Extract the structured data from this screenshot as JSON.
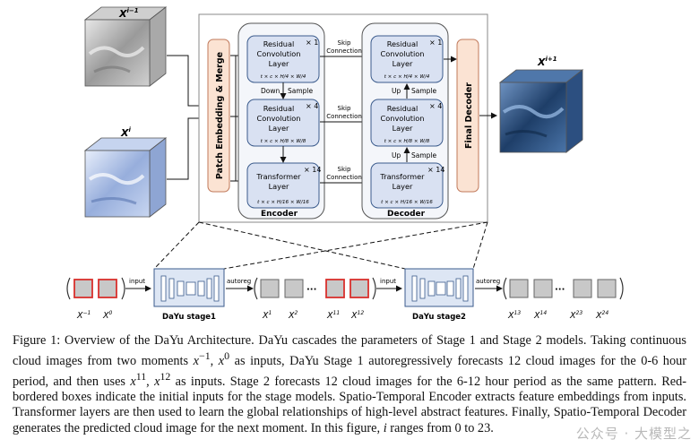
{
  "figure": {
    "inputs": {
      "top_cube_label": "X",
      "top_cube_sup": "i−1",
      "bottom_cube_label": "X",
      "bottom_cube_sup": "i",
      "output_cube_label": "X",
      "output_cube_sup": "i+1"
    },
    "patch_embedding": "Patch Embedding & Merge",
    "final_decoder": "Final Decoder",
    "encoder": {
      "title": "Encoder",
      "blocks": [
        {
          "line1": "Residual",
          "line2": "Convolution",
          "line3": "Layer",
          "mult": "× 1",
          "dims": "t × c × H/4 × W/4"
        },
        {
          "line1": "Residual",
          "line2": "Convolution",
          "line3": "Layer",
          "mult": "× 4",
          "dims": "t × c × H/8 × W/8"
        },
        {
          "line1": "Transformer",
          "line2": "Layer",
          "line3": "",
          "mult": "× 14",
          "dims": "t × c × H/16 × W/16"
        }
      ],
      "down_labels": [
        "Down",
        "Sample"
      ]
    },
    "decoder": {
      "title": "Decoder",
      "blocks": [
        {
          "line1": "Residual",
          "line2": "Convolution",
          "line3": "Layer",
          "mult": "× 1",
          "dims": "t × c × H/4 × W/4"
        },
        {
          "line1": "Residual",
          "line2": "Convolution",
          "line3": "Layer",
          "mult": "× 4",
          "dims": "t × c × H/8 × W/8"
        },
        {
          "line1": "Transformer",
          "line2": "Layer",
          "line3": "",
          "mult": "× 14",
          "dims": "t × c × H/16 × W/16"
        }
      ],
      "up_labels": [
        "Up",
        "Sample"
      ]
    },
    "skip": {
      "line1": "Skip",
      "line2": "Connection"
    },
    "pipeline": {
      "input_label": "input",
      "autoreg_label": "autoreg",
      "stage1": "DaYu stage1",
      "stage2": "DaYu stage2",
      "ellipsis": "···",
      "seq1_labels": [
        "X",
        "X"
      ],
      "seq1_sups": [
        "−1",
        "0"
      ],
      "seq2_labels": [
        "X",
        "X",
        "X",
        "X"
      ],
      "seq2_sups": [
        "1",
        "2",
        "11",
        "12"
      ],
      "seq3_labels": [
        "X",
        "X",
        "X",
        "X"
      ],
      "seq3_sups": [
        "13",
        "14",
        "23",
        "24"
      ]
    },
    "colors": {
      "block_fill": "#d9e1f2",
      "block_stroke": "#3b5b8c",
      "orange_fill": "#fbe3d3",
      "orange_stroke": "#c0785a",
      "red_box": "#d9302c",
      "gray_box": "#c8c8c8",
      "stage_fill": "#dde6f4"
    }
  },
  "caption": {
    "p1": "Figure 1: Overview of the DaYu Architecture. DaYu cascades the parameters of Stage 1 and Stage 2 models. Taking continuous cloud images from two moments ",
    "m1": "x",
    "m1sup": "−1",
    "p2": ", ",
    "m2": "x",
    "m2sup": "0",
    "p3": " as inputs, DaYu Stage 1 autoregressively forecasts 12 cloud images for the 0-6 hour period, and then uses ",
    "m3": "x",
    "m3sup": "11",
    "p4": ", ",
    "m4": "x",
    "m4sup": "12",
    "p5": " as inputs. Stage 2 forecasts 12 cloud images for the 6-12 hour period as the same pattern. Red-bordered boxes indicate the initial inputs for the stage models. Spatio-Temporal Encoder extracts feature embeddings from inputs. Transformer layers are then used to learn the global relationships of high-level abstract features. Finally, Spatio-Temporal Decoder generates the predicted cloud image for the next moment. In this figure, ",
    "m5": "i",
    "p6": " ranges from 0 to 23."
  },
  "watermark": "公众号 · 大模型之"
}
